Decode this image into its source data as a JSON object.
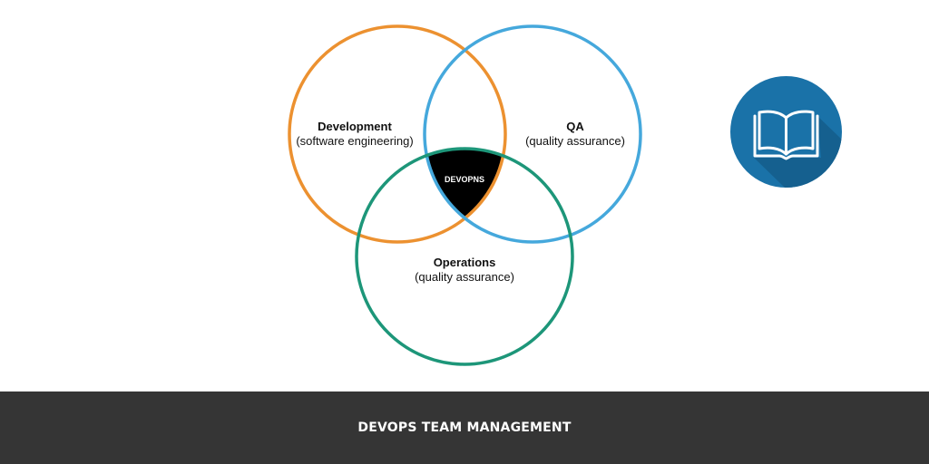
{
  "diagram": {
    "sets": [
      {
        "title": "Development",
        "subtitle": "(software engineering)",
        "color": "#ec9130"
      },
      {
        "title": "QA",
        "subtitle": "(quality assurance)",
        "color": "#45a8dc"
      },
      {
        "title": "Operations",
        "subtitle": "(quality assurance)",
        "color": "#1d9679"
      }
    ],
    "center_label": "DEVOPNS",
    "center_color": "#000000"
  },
  "badge": {
    "icon": "open-book-icon",
    "color": "#1a72a8",
    "shadow_color": "#15608f"
  },
  "footer": {
    "title": "DEVOPS TEAM MANAGEMENT",
    "background": "#353535"
  }
}
